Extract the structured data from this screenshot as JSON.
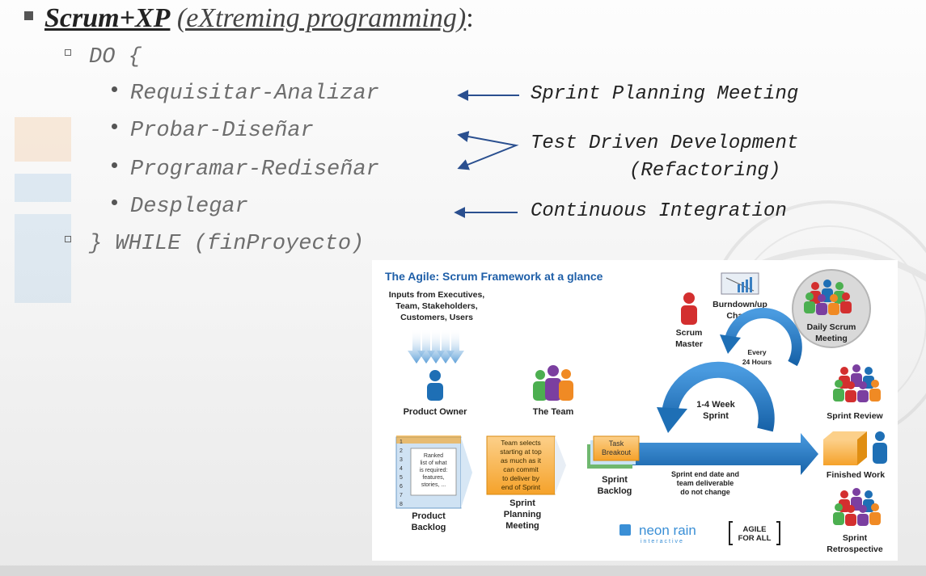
{
  "slide": {
    "heading": {
      "strong": "Scrum+XP",
      "rest": "(eXtreming programming)",
      "colon": ":"
    },
    "loop_open": "DO {",
    "steps": [
      "Requisitar-Analizar",
      "Probar-Diseñar",
      "Programar-Rediseñar",
      "Desplegar"
    ],
    "loop_close": "} WHILE (finProyecto)",
    "practices": {
      "planning": "Sprint Planning Meeting",
      "tdd": "Test Driven Development",
      "tdd_sub": "(Refactoring)",
      "ci": "Continuous Integration"
    }
  },
  "diagram": {
    "title": "The Agile: Scrum Framework at a glance",
    "inputs": [
      "Inputs from Executives,",
      "Team, Stakeholders,",
      "Customers, Users"
    ],
    "product_owner": "Product Owner",
    "the_team": "The Team",
    "burndown": [
      "Burndown/up",
      "Charts"
    ],
    "scrum_master": [
      "Scrum",
      "Master"
    ],
    "daily_scrum": [
      "Daily Scrum",
      "Meeting"
    ],
    "every_24": [
      "Every",
      "24 Hours"
    ],
    "sprint_cycle": [
      "1-4 Week",
      "Sprint"
    ],
    "sprint_review": "Sprint Review",
    "finished_work": "Finished Work",
    "sprint_retrospective": [
      "Sprint",
      "Retrospective"
    ],
    "backlog_numbers": [
      "1",
      "2",
      "3",
      "4",
      "5",
      "6",
      "7",
      "8"
    ],
    "backlog_note": [
      "Ranked",
      "list of what",
      "is required:",
      "features,",
      "stories, ..."
    ],
    "product_backlog": [
      "Product",
      "Backlog"
    ],
    "team_selects": [
      "Team selects",
      "starting at top",
      "as much as it",
      "can commit",
      "to deliver by",
      "end of Sprint"
    ],
    "sprint_planning": [
      "Sprint",
      "Planning",
      "Meeting"
    ],
    "task_breakout": [
      "Task",
      "Breakout"
    ],
    "sprint_backlog": [
      "Sprint",
      "Backlog"
    ],
    "sprint_end": [
      "Sprint end date and",
      "team deliverable",
      "do not change"
    ],
    "brand_neon": "neon rain",
    "brand_neon_sub": "interactive",
    "brand_agile": [
      "AGILE",
      "FOR ALL"
    ]
  },
  "colors": {
    "scrum_blue": "#1e6fb5",
    "orange": "#f6a21b",
    "title_blue": "#1f5fa8"
  }
}
